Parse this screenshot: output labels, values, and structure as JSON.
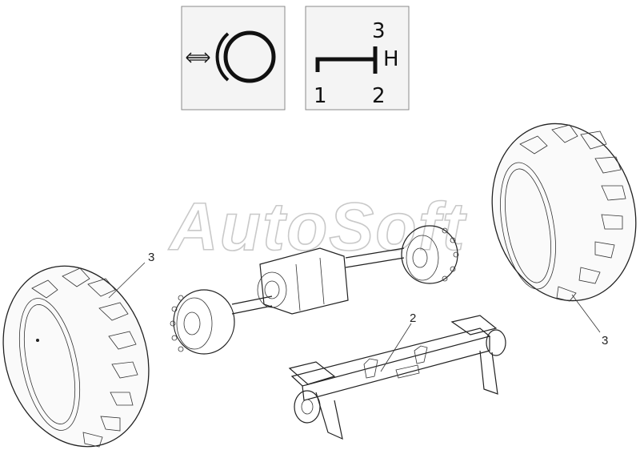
{
  "watermark": "AutoSoft",
  "icon_box_1": {
    "icon": "front-axle-symbol-icon"
  },
  "icon_box_2": {
    "icon": "transmission-shift-pattern-icon",
    "labels": [
      "3",
      "H",
      "1",
      "2"
    ]
  },
  "callouts": {
    "left_wheel": "3",
    "right_wheel": "3",
    "frame": "2"
  },
  "colors": {
    "line": "#222222",
    "box_border": "#8a8a8a",
    "watermark": "#c9c9c9"
  }
}
